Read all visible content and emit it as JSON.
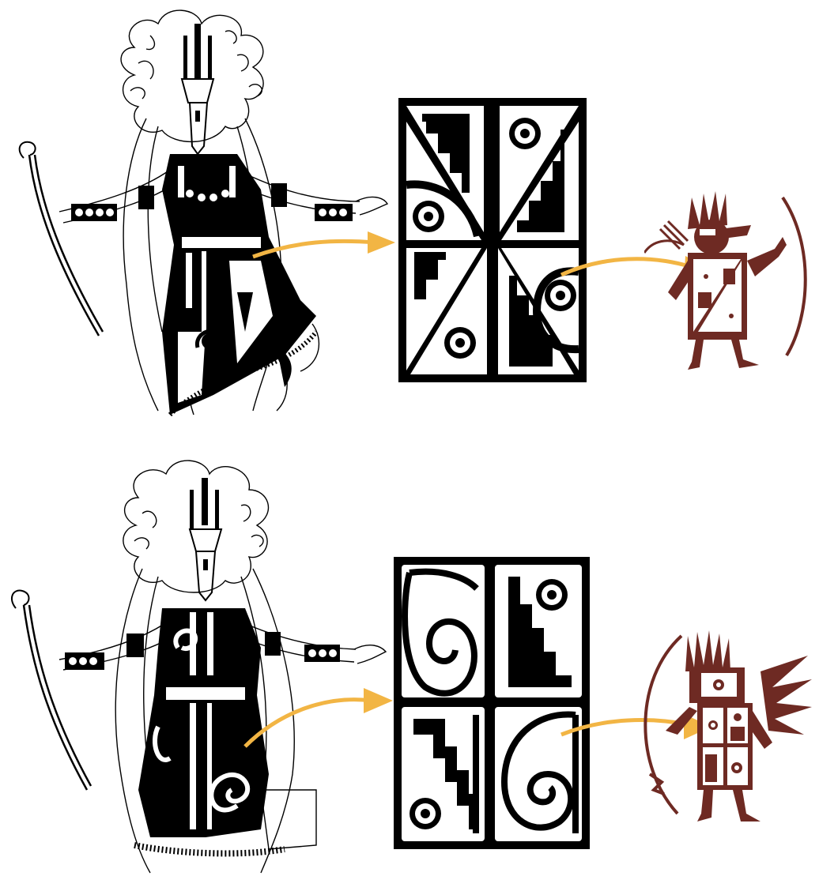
{
  "rows": [
    {
      "id": "row-1",
      "figure_style": "ceremonial dancer with tunic of stepped and concentric-circle motifs",
      "pattern_style": "diagonal quadrants with stepped frets and concentric circles",
      "petroglyph_style": "small human figure with headdress holding bow"
    },
    {
      "id": "row-2",
      "figure_style": "ceremonial dancer with tunic of spiral motifs",
      "pattern_style": "four panels with spirals, stepped frets and concentric circles",
      "petroglyph_style": "small human figure with feathered headdress and bow"
    }
  ],
  "colors": {
    "ink": "#000000",
    "background": "#ffffff",
    "arrow": "#f2b544",
    "petroglyph": "#6e2a23"
  },
  "icons": [
    "staff-icon",
    "arrow-icon",
    "concentric-circle-icon",
    "spiral-icon",
    "stepped-fret-icon"
  ]
}
